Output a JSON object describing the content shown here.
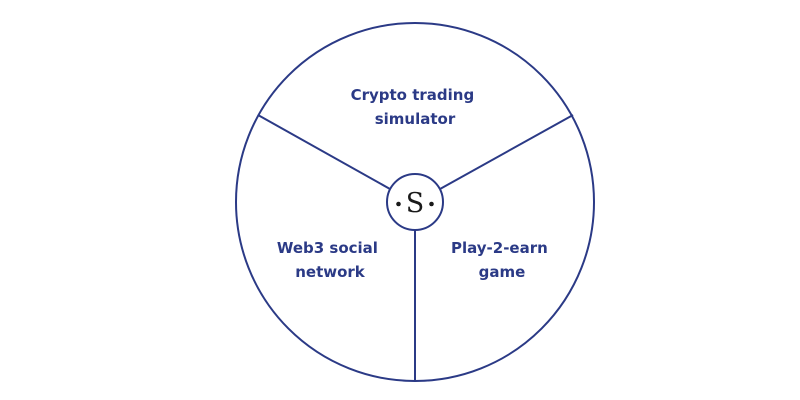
{
  "colors": {
    "stroke": "#2b3a86",
    "label": "#2b3a86",
    "logo": "#1a1a1a",
    "background": "#ffffff"
  },
  "center_logo": {
    "letter": "S",
    "icon": "brand-logo-icon"
  },
  "segments": [
    {
      "id": "top",
      "lines": [
        "Crypto trading",
        "simulator"
      ]
    },
    {
      "id": "left",
      "lines": [
        "Web3 social",
        "network"
      ]
    },
    {
      "id": "right",
      "lines": [
        "Play-2-earn",
        "game"
      ]
    }
  ]
}
